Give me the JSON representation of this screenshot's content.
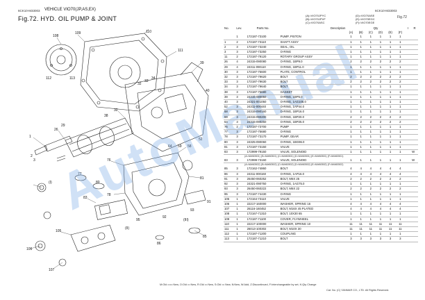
{
  "header": {
    "left_code": "6CK10-M33003",
    "vehicle_title": "VEHICLE VIO70(JP,AS,EX)",
    "fig_title": "Fig.72.  HYD. OIL PUMP & JOINT",
    "right_code": "6CK10-M33003",
    "right_fig": "Fig.72"
  },
  "variants": {
    "left": [
      "(A)=VIO70JPYC",
      "(B)=VIO70JPVF",
      "(C)=VIO70ASC"
    ],
    "right": [
      "(D)=VIO70ASE",
      "(E)=VIO70EGC",
      "(F)=VIO70EGE"
    ]
  },
  "table": {
    "headers": {
      "no": "No.",
      "lev": "Lev.",
      "parts": "Parts No.",
      "desc": "Description",
      "qty": "Qty",
      "i": "I",
      "r": "R"
    },
    "qty_cols": [
      "(A)",
      "(B)",
      "(C)",
      "(D)",
      "(E)",
      "(F)"
    ],
    "rows": [
      {
        "no": "",
        "lev": "1",
        "part": "172187-73100",
        "desc": "PUMP, PISTON",
        "q": [
          "1",
          "1",
          "1",
          "1",
          "1",
          "1"
        ],
        "r": ""
      },
      {
        "no": "1",
        "lev": "2",
        "part": "172187-73110",
        "desc": "SHAFT ASSY",
        "q": [
          "1",
          "1",
          "1",
          "1",
          "1",
          "1"
        ],
        "r": ""
      },
      {
        "no": "2",
        "lev": "3",
        "part": "172187-73240",
        "desc": "SEAL, OIL",
        "q": [
          "1",
          "1",
          "1",
          "1",
          "1",
          "1"
        ],
        "r": ""
      },
      {
        "no": "3",
        "lev": "3",
        "part": "172187-73250",
        "desc": "O-RING",
        "q": [
          "1",
          "1",
          "1",
          "1",
          "1",
          "1"
        ],
        "r": ""
      },
      {
        "no": "11",
        "lev": "2",
        "part": "172187-79120",
        "desc": "ROTARY GROUP ASSY",
        "q": [
          "1",
          "1",
          "1",
          "1",
          "1",
          "1"
        ],
        "r": ""
      },
      {
        "no": "26",
        "lev": "4",
        "part": "24315-090080",
        "desc": "O-RING, 1BP9.0",
        "q": [
          "2",
          "2",
          "2",
          "2",
          "2",
          "2"
        ],
        "r": ""
      },
      {
        "no": "29",
        "lev": "4",
        "part": "24311-090110",
        "desc": "O-RING, 1BP11.0",
        "q": [
          "1",
          "1",
          "1",
          "1",
          "1",
          "1"
        ],
        "r": ""
      },
      {
        "no": "30",
        "lev": "3",
        "part": "172187-75600",
        "desc": "PLATE, CONTROL",
        "q": [
          "1",
          "1",
          "1",
          "1",
          "1",
          "1"
        ],
        "r": ""
      },
      {
        "no": "32",
        "lev": "3",
        "part": "172187-79620",
        "desc": "BOLT",
        "q": [
          "2",
          "2",
          "2",
          "2",
          "2",
          "2"
        ],
        "r": ""
      },
      {
        "no": "33",
        "lev": "3",
        "part": "172187-79630",
        "desc": "BOLT",
        "q": [
          "2",
          "2",
          "2",
          "2",
          "2",
          "2"
        ],
        "r": ""
      },
      {
        "no": "34",
        "lev": "3",
        "part": "172187-79640",
        "desc": "BOLT",
        "q": [
          "1",
          "1",
          "1",
          "1",
          "1",
          "1"
        ],
        "r": ""
      },
      {
        "no": "38",
        "lev": "3",
        "part": "172187-75680",
        "desc": "GASKET",
        "q": [
          "1",
          "1",
          "1",
          "1",
          "1",
          "1"
        ],
        "r": ""
      },
      {
        "no": "39",
        "lev": "3",
        "part": "24315-080050",
        "desc": "O-RING, 1BP5.0",
        "q": [
          "1",
          "1",
          "1",
          "1",
          "1",
          "1"
        ],
        "r": ""
      },
      {
        "no": "40",
        "lev": "3",
        "part": "24321-001050",
        "desc": "O-RING, 1AG105.0",
        "q": [
          "1",
          "1",
          "1",
          "1",
          "1",
          "1"
        ],
        "r": ""
      },
      {
        "no": "52",
        "lev": "3",
        "part": "24311-000440",
        "desc": "O-RING, 1AP44.0",
        "q": [
          "1",
          "1",
          "1",
          "1",
          "1",
          "1"
        ],
        "r": ""
      },
      {
        "no": "58",
        "lev": "3",
        "part": "24315-090160",
        "desc": "O-RING, 1BP16.0",
        "q": [
          "1",
          "1",
          "1",
          "1",
          "1",
          "1"
        ],
        "r": ""
      },
      {
        "no": "59",
        "lev": "3",
        "part": "24315-090200",
        "desc": "O-RING, 1BP20.0",
        "q": [
          "2",
          "2",
          "2",
          "2",
          "2",
          "2"
        ],
        "r": ""
      },
      {
        "no": "64",
        "lev": "3",
        "part": "24315-090250",
        "desc": "O-RING, 1BP25.0",
        "q": [
          "2",
          "2",
          "2",
          "2",
          "2",
          "2"
        ],
        "r": ""
      },
      {
        "no": "76",
        "lev": "2",
        "part": "172187-73700",
        "desc": "PUMP",
        "q": [
          "1",
          "1",
          "1",
          "1",
          "1",
          "1"
        ],
        "r": ""
      },
      {
        "no": "77",
        "lev": "3",
        "part": "172187-75680",
        "desc": "O-RING",
        "q": [
          "1",
          "1",
          "1",
          "1",
          "1",
          "1"
        ],
        "r": ""
      },
      {
        "no": "78",
        "lev": "3",
        "part": "172187-73170",
        "desc": "PUMP, GEAR",
        "q": [
          "1",
          "1",
          "1",
          "1",
          "1",
          "1"
        ],
        "r": ""
      },
      {
        "no": "80",
        "lev": "3",
        "part": "24325-090060",
        "desc": "O-RING, 1BG96.0",
        "q": [
          "1",
          "1",
          "1",
          "1",
          "1",
          "1"
        ],
        "r": ""
      },
      {
        "no": "81",
        "lev": "3",
        "part": "172187-73150",
        "desc": "VALVE",
        "q": [
          "1",
          "1",
          "1",
          "1",
          "1",
          "1"
        ],
        "r": ""
      },
      {
        "no": "83",
        "lev": "3",
        "part": "172999-79150",
        "desc": "VALVE, SOLENOID",
        "q": [
          "1",
          "1",
          "1",
          "1",
          "1",
          "1"
        ],
        "r": "W"
      },
      {
        "sub": true,
        "text": "(A=M/#60501)      (B=M/#60501)      (C=M/#60501)      (D=M/#60501)      (E=M/#60501)      (F=M/#60501)"
      },
      {
        "no": "83",
        "lev": "3",
        "part": "172999-73160",
        "desc": "VALVE, SOLENOID",
        "q": [
          "1",
          "1",
          "1",
          "1",
          "1",
          "1"
        ],
        "r": "W"
      },
      {
        "sub": true,
        "text": "(A=M/#60502)      (B=M/#60502)      (C=M/#60502)      (D=M/#60502)      (E=M/#60502)      (F=M/#60502)"
      },
      {
        "no": "85",
        "lev": "3",
        "part": "172162-74860",
        "desc": "BOLT",
        "q": [
          "4",
          "4",
          "4",
          "4",
          "4",
          "4"
        ],
        "r": ""
      },
      {
        "no": "86",
        "lev": "3",
        "part": "24311-000160",
        "desc": "O-RING, 1AP16.0",
        "q": [
          "4",
          "4",
          "4",
          "4",
          "4",
          "4"
        ],
        "r": ""
      },
      {
        "no": "91",
        "lev": "3",
        "part": "26450-060252",
        "desc": "BOLT, M6X 25",
        "q": [
          "2",
          "2",
          "2",
          "2",
          "2",
          "2"
        ],
        "r": ""
      },
      {
        "no": "92",
        "lev": "3",
        "part": "24321-090750",
        "desc": "O-RING, 1AG75.0",
        "q": [
          "1",
          "1",
          "1",
          "1",
          "1",
          "1"
        ],
        "r": ""
      },
      {
        "no": "93",
        "lev": "3",
        "part": "26450-060222",
        "desc": "BOLT, M6X 22",
        "q": [
          "2",
          "2",
          "2",
          "2",
          "2",
          "2"
        ],
        "r": ""
      },
      {
        "no": "95",
        "lev": "3",
        "part": "172187-74430",
        "desc": "O-RING",
        "q": [
          "1",
          "1",
          "1",
          "1",
          "1",
          "1"
        ],
        "r": ""
      },
      {
        "no": "105",
        "lev": "1",
        "part": "172164-73110",
        "desc": "VALVE",
        "q": [
          "1",
          "1",
          "1",
          "1",
          "1",
          "1"
        ],
        "r": ""
      },
      {
        "no": "106",
        "lev": "1",
        "part": "22217-160000",
        "desc": "WASHER, SPRING 16",
        "q": [
          "4",
          "4",
          "4",
          "4",
          "4",
          "4"
        ],
        "r": ""
      },
      {
        "no": "107",
        "lev": "1",
        "part": "26116-160452",
        "desc": "BOLT, M16X 45 PLATED",
        "q": [
          "4",
          "4",
          "4",
          "4",
          "4",
          "4"
        ],
        "r": ""
      },
      {
        "no": "108",
        "lev": "1",
        "part": "172167-71310",
        "desc": "BOLT, 10X30 65",
        "q": [
          "1",
          "1",
          "1",
          "1",
          "1",
          "1"
        ],
        "r": ""
      },
      {
        "no": "109",
        "lev": "1",
        "part": "172187-71100",
        "desc": "COVER, FLYWHEEL",
        "q": [
          "1",
          "1",
          "1",
          "1",
          "1",
          "1"
        ],
        "r": ""
      },
      {
        "no": "110",
        "lev": "1",
        "part": "22217-100000",
        "desc": "WASHER, SPRING 10",
        "q": [
          "11",
          "11",
          "11",
          "11",
          "11",
          "11"
        ],
        "r": ""
      },
      {
        "no": "111",
        "lev": "1",
        "part": "26013-100302",
        "desc": "BOLT, M10X 30",
        "q": [
          "11",
          "11",
          "11",
          "11",
          "11",
          "11"
        ],
        "r": ""
      },
      {
        "no": "112",
        "lev": "1",
        "part": "172187-71200",
        "desc": "COUPLING",
        "q": [
          "1",
          "1",
          "1",
          "1",
          "1",
          "1"
        ],
        "r": ""
      },
      {
        "no": "113",
        "lev": "1",
        "part": "172187-71210",
        "desc": "BOLT",
        "q": [
          "3",
          "3",
          "3",
          "3",
          "3",
          "3"
        ],
        "r": ""
      }
    ]
  },
  "callouts": [
    "109",
    "108",
    "110",
    "111",
    "112",
    "113",
    "1",
    "2",
    "3",
    "26",
    "29",
    "30",
    "32",
    "33",
    "34",
    "38",
    "39",
    "40",
    "52",
    "58",
    "59",
    "64",
    "76",
    "77",
    "78",
    "80",
    "81",
    "83",
    "85",
    "86",
    "91",
    "92",
    "93",
    "95",
    "105",
    "106",
    "107",
    "(I)",
    "(II)",
    "(III)"
  ],
  "watermark": "AutoManual",
  "footer": {
    "legend": "M:Old ▭▭ New, O:Old ▭ New, R:Old ▭ New, S:Old ▭ New, N:New, W:Add, Z:Discontinued, F:Interchangeable by set, K:Qty Change",
    "copyright": "Cat. No. (C) YANMAR CO., LTD. All Rights Reserved."
  },
  "colors": {
    "watermark": "#78aae6",
    "rule": "#bbbbbb",
    "ink": "#111111"
  }
}
